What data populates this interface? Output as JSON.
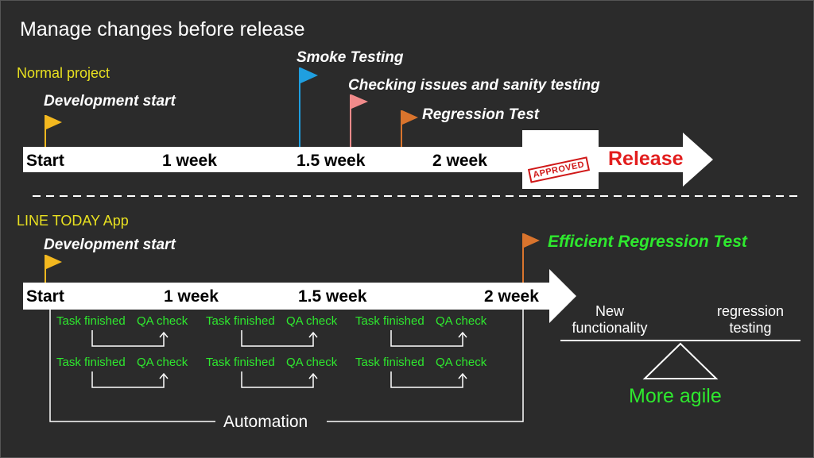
{
  "title": "Manage changes before release",
  "normal_project": {
    "label": "Normal project",
    "milestones": {
      "dev_start": "Development start",
      "smoke": "Smoke Testing",
      "checking": "Checking issues and sanity testing",
      "regression": "Regression Test"
    },
    "timeline": [
      "Start",
      "1 week",
      "1.5 week",
      "2 week"
    ],
    "stamp_text": "APPROVED",
    "release": "Release"
  },
  "line_today": {
    "label": "LINE TODAY App",
    "dev_start": "Development start",
    "efficient": "Efficient Regression Test",
    "timeline": [
      "Start",
      "1 week",
      "1.5 week",
      "2 week"
    ],
    "task_finished": "Task finished",
    "qa_check": "QA check",
    "automation": "Automation"
  },
  "balance": {
    "left": "New functionality",
    "right": "regression testing",
    "result": "More agile"
  },
  "colors": {
    "background": "#2b2b2b",
    "flag_yellow": "#f3b81f",
    "flag_blue": "#1f9fe0",
    "flag_pink": "#f08a8a",
    "flag_orange": "#d9742d",
    "green": "#2ee82e",
    "red": "#e21d1d",
    "section_yellow": "#e8e020"
  }
}
